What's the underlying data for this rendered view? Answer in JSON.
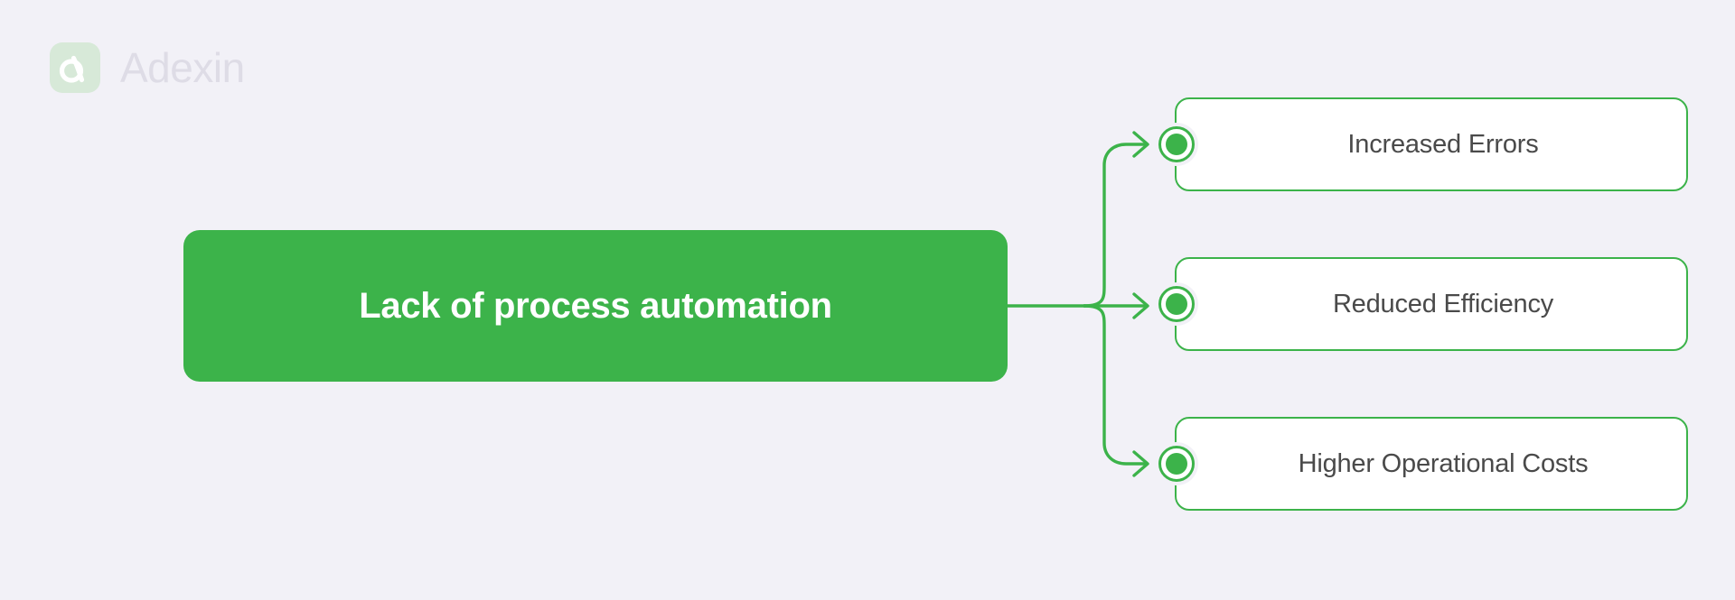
{
  "brand": {
    "name": "Adexin",
    "mark_icon": "adexin-a-logomark",
    "mark_bg": "#d7e9d8",
    "name_color": "#dedce6"
  },
  "diagram": {
    "type": "mind-map",
    "background_color": "#f2f1f7",
    "accent_color": "#3cb34a",
    "central": {
      "label": "Lack of process automation",
      "fill": "#3cb34a",
      "text_color": "#ffffff"
    },
    "connector": {
      "style": "rounded-elbow-with-arrowhead",
      "color": "#3cb34a",
      "branch_count": 3
    },
    "outcomes": [
      {
        "label": "Increased Errors",
        "marker_icon": "node-dot-icon",
        "border_color": "#3cb34a",
        "text_color": "#4a4a4a"
      },
      {
        "label": "Reduced Efficiency",
        "marker_icon": "node-dot-icon",
        "border_color": "#3cb34a",
        "text_color": "#4a4a4a"
      },
      {
        "label": "Higher Operational Costs",
        "marker_icon": "node-dot-icon",
        "border_color": "#3cb34a",
        "text_color": "#4a4a4a"
      }
    ]
  }
}
